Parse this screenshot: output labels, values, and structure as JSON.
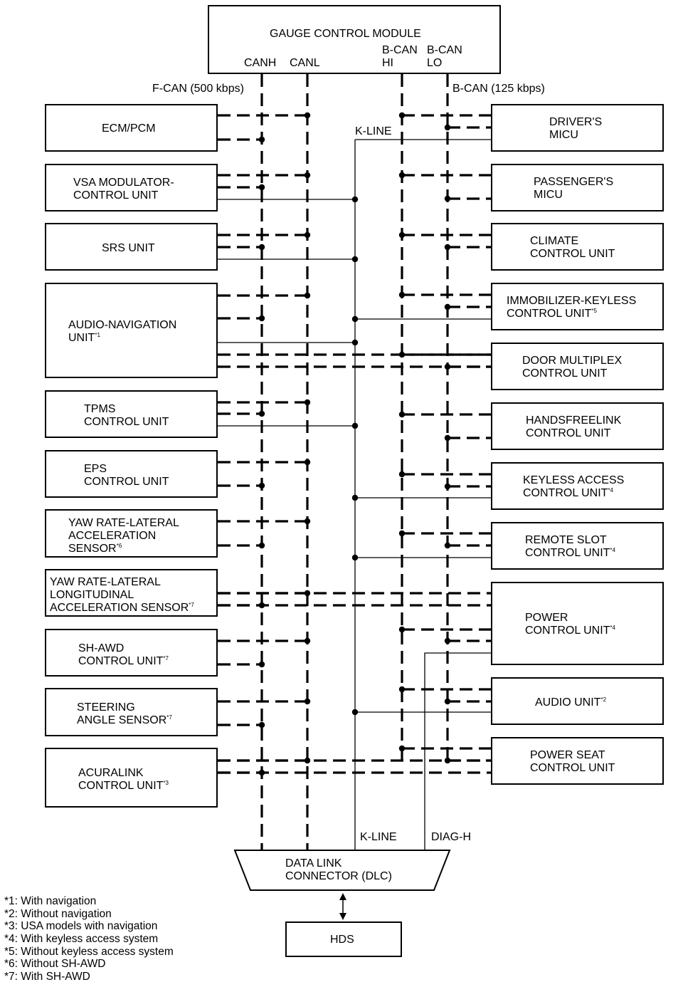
{
  "gauge": {
    "title": "GAUGE CONTROL MODULE",
    "canh": "CANH",
    "canl": "CANL",
    "bcan_hi": "B-CAN\nHI",
    "bcan_lo": "B-CAN\nLO"
  },
  "bus_labels": {
    "fcan": "F-CAN (500 kbps)",
    "bcan": "B-CAN (125 kbps)",
    "kline_top": "K-LINE",
    "kline_bottom": "K-LINE",
    "diag": "DIAG-H"
  },
  "left_units": [
    {
      "id": "ecm",
      "label": "ECM/PCM",
      "sup": ""
    },
    {
      "id": "vsa",
      "label": "VSA MODULATOR-\nCONTROL UNIT",
      "sup": ""
    },
    {
      "id": "srs",
      "label": "SRS UNIT",
      "sup": ""
    },
    {
      "id": "audio-nav",
      "label": "AUDIO-NAVIGATION\nUNIT",
      "sup": "*1"
    },
    {
      "id": "tpms",
      "label": "TPMS\nCONTROL UNIT",
      "sup": ""
    },
    {
      "id": "eps",
      "label": "EPS\nCONTROL UNIT",
      "sup": ""
    },
    {
      "id": "yaw6",
      "label": "YAW RATE-LATERAL\nACCELERATION\nSENSOR",
      "sup": "*6"
    },
    {
      "id": "yaw7",
      "label": "YAW RATE-LATERAL\nLONGITUDINAL\nACCELERATION SENSOR",
      "sup": "*7"
    },
    {
      "id": "shawd",
      "label": "SH-AWD\nCONTROL UNIT",
      "sup": "*7"
    },
    {
      "id": "steering",
      "label": "STEERING\nANGLE SENSOR",
      "sup": "*7"
    },
    {
      "id": "acuralink",
      "label": "ACURALINK\nCONTROL UNIT",
      "sup": "*3"
    }
  ],
  "right_units": [
    {
      "id": "driver-micu",
      "label": "DRIVER'S\nMICU",
      "sup": ""
    },
    {
      "id": "passenger-micu",
      "label": "PASSENGER'S\nMICU",
      "sup": ""
    },
    {
      "id": "climate",
      "label": "CLIMATE\nCONTROL UNIT",
      "sup": ""
    },
    {
      "id": "immobilizer",
      "label": "IMMOBILIZER-KEYLESS\nCONTROL UNIT",
      "sup": "*5"
    },
    {
      "id": "door",
      "label": "DOOR MULTIPLEX\nCONTROL UNIT",
      "sup": ""
    },
    {
      "id": "handsfree",
      "label": "HANDSFREELINK\nCONTROL UNIT",
      "sup": ""
    },
    {
      "id": "keyless",
      "label": "KEYLESS ACCESS\nCONTROL UNIT",
      "sup": "*4"
    },
    {
      "id": "remote",
      "label": "REMOTE SLOT\nCONTROL UNIT",
      "sup": "*4"
    },
    {
      "id": "power",
      "label": "POWER\nCONTROL UNIT",
      "sup": "*4"
    },
    {
      "id": "audio",
      "label": "AUDIO UNIT",
      "sup": "*2"
    },
    {
      "id": "seat",
      "label": "POWER SEAT\nCONTROL UNIT",
      "sup": ""
    }
  ],
  "dlc": {
    "label": "DATA LINK\nCONNECTOR (DLC)"
  },
  "hds": {
    "label": "HDS"
  },
  "footnotes": [
    "*1: With navigation",
    "*2: Without navigation",
    "*3: USA models with navigation",
    "*4: With keyless access system",
    "*5: Without keyless access system",
    "*6: Without SH-AWD",
    "*7: With SH-AWD"
  ]
}
